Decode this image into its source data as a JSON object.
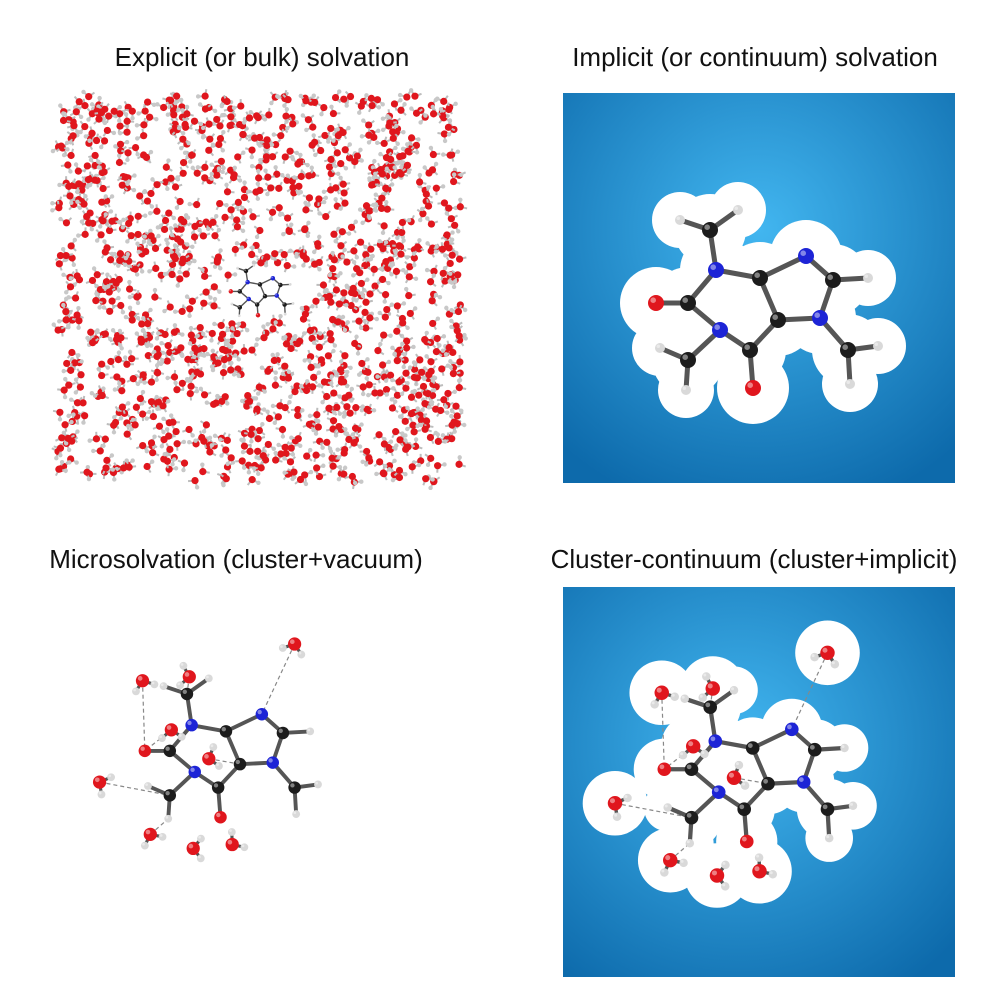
{
  "titles": {
    "explicit": "Explicit (or bulk) solvation",
    "implicit": "Implicit (or continuum) solvation",
    "micro": "Microsolvation (cluster+vacuum)",
    "cluster": "Cluster-continuum (cluster+implicit)"
  },
  "colors": {
    "oxygen": "#e0161d",
    "hydrogen": "#d9d9d9",
    "carbon": "#1c1c1c",
    "nitrogen": "#1d24d6",
    "continuum_center": "#3fb2ee",
    "continuum_edge": "#0f6fb0",
    "cavity": "#ffffff"
  }
}
